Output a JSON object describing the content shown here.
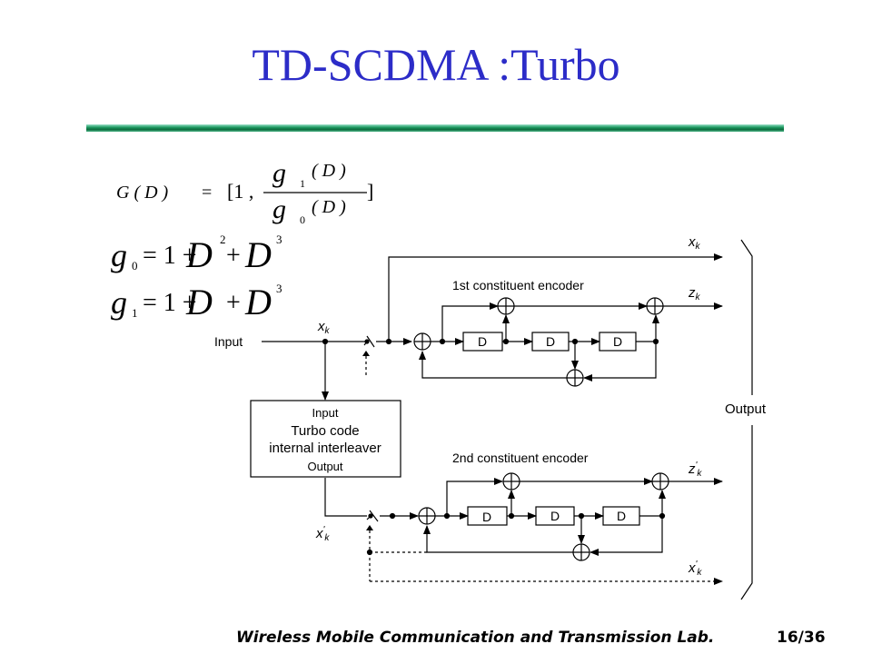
{
  "slide": {
    "title": "TD-SCDMA :Turbo",
    "footer_lab": "Wireless Mobile Communication and Transmission Lab.",
    "page_number": "16/36"
  },
  "equations": {
    "transfer": {
      "lhs": "G ( D )",
      "eq": "=",
      "open": "[1 ,",
      "num_g": "g",
      "num_sub": "1",
      "num_arg": "( D )",
      "den_g": "g",
      "den_sub": "0",
      "den_arg": "( D )",
      "close": "]"
    },
    "g0": {
      "g": "g",
      "sub": "0",
      "rhs_a": "= 1 +",
      "d1": "D",
      "sup1": "2",
      "plus": "+",
      "d2": "D",
      "sup2": "3"
    },
    "g1": {
      "g": "g",
      "sub": "1",
      "rhs_a": "= 1 +",
      "d1": "D",
      "plus": "+",
      "d2": "D",
      "sup2": "3"
    }
  },
  "diagram": {
    "input_label": "Input",
    "output_label": "Output",
    "interleaver": {
      "line1": "Input",
      "line2": "Turbo code",
      "line3": "internal interleaver",
      "line4": "Output"
    },
    "encoder1_label": "1st constituent encoder",
    "encoder2_label": "2nd constituent encoder",
    "delay_label": "D",
    "signals": {
      "xk": {
        "base": "x",
        "sub": "k"
      },
      "zk": {
        "base": "z",
        "sub": "k"
      },
      "zpk": {
        "base": "z",
        "prime": "'",
        "sub": "k"
      },
      "xpk": {
        "base": "x",
        "prime": "'",
        "sub": "k"
      }
    }
  }
}
